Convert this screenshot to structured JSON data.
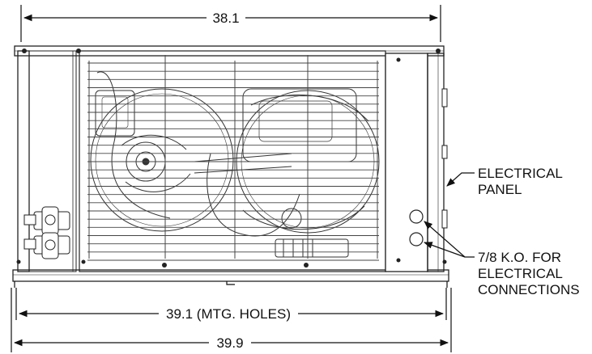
{
  "dimensions": {
    "top_width": "38.1",
    "mounting_holes": "39.1 (MTG. HOLES)",
    "overall_width": "39.9"
  },
  "callouts": {
    "electrical_panel": [
      "ELECTRICAL",
      "PANEL"
    ],
    "knockouts": [
      "7/8 K.O. FOR",
      "ELECTRICAL",
      "CONNECTIONS"
    ]
  },
  "grille": {
    "bar_count": 25
  }
}
